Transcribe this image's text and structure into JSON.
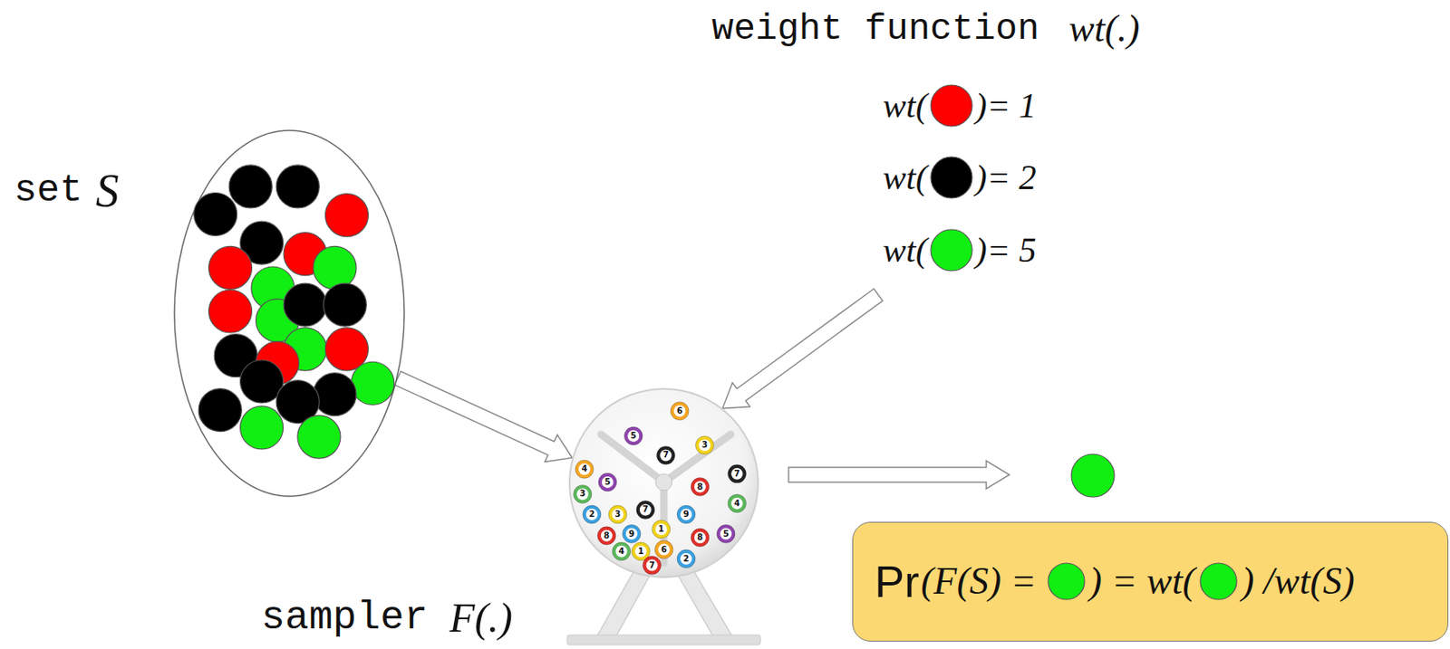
{
  "diagram": {
    "nodes": [
      {
        "text": [
          "set",
          "S"
        ]
      },
      {
        "text": [
          "weight function",
          "wt(.)",
          "wt(",
          ")= 1",
          "wt(",
          ")= 2",
          "wt(",
          ")= 5"
        ]
      },
      {
        "text": [
          "sampler",
          "F(.)"
        ]
      },
      {
        "text": [
          "Pr",
          "(F(S) =",
          ") = wt(",
          ") /wt(S)"
        ]
      }
    ],
    "edges": [
      {
        "from": 0,
        "to": 2,
        "arrow": "to"
      },
      {
        "from": 1,
        "to": 2,
        "arrow": "to"
      }
    ],
    "labels": [
      "6",
      "5",
      "3",
      "7",
      "7",
      "4",
      "5",
      "8",
      "3",
      "4",
      "3",
      "7",
      "9",
      "2",
      "1",
      "8",
      "5",
      "8",
      "9",
      "4",
      "1",
      "6",
      "7",
      "2"
    ]
  }
}
